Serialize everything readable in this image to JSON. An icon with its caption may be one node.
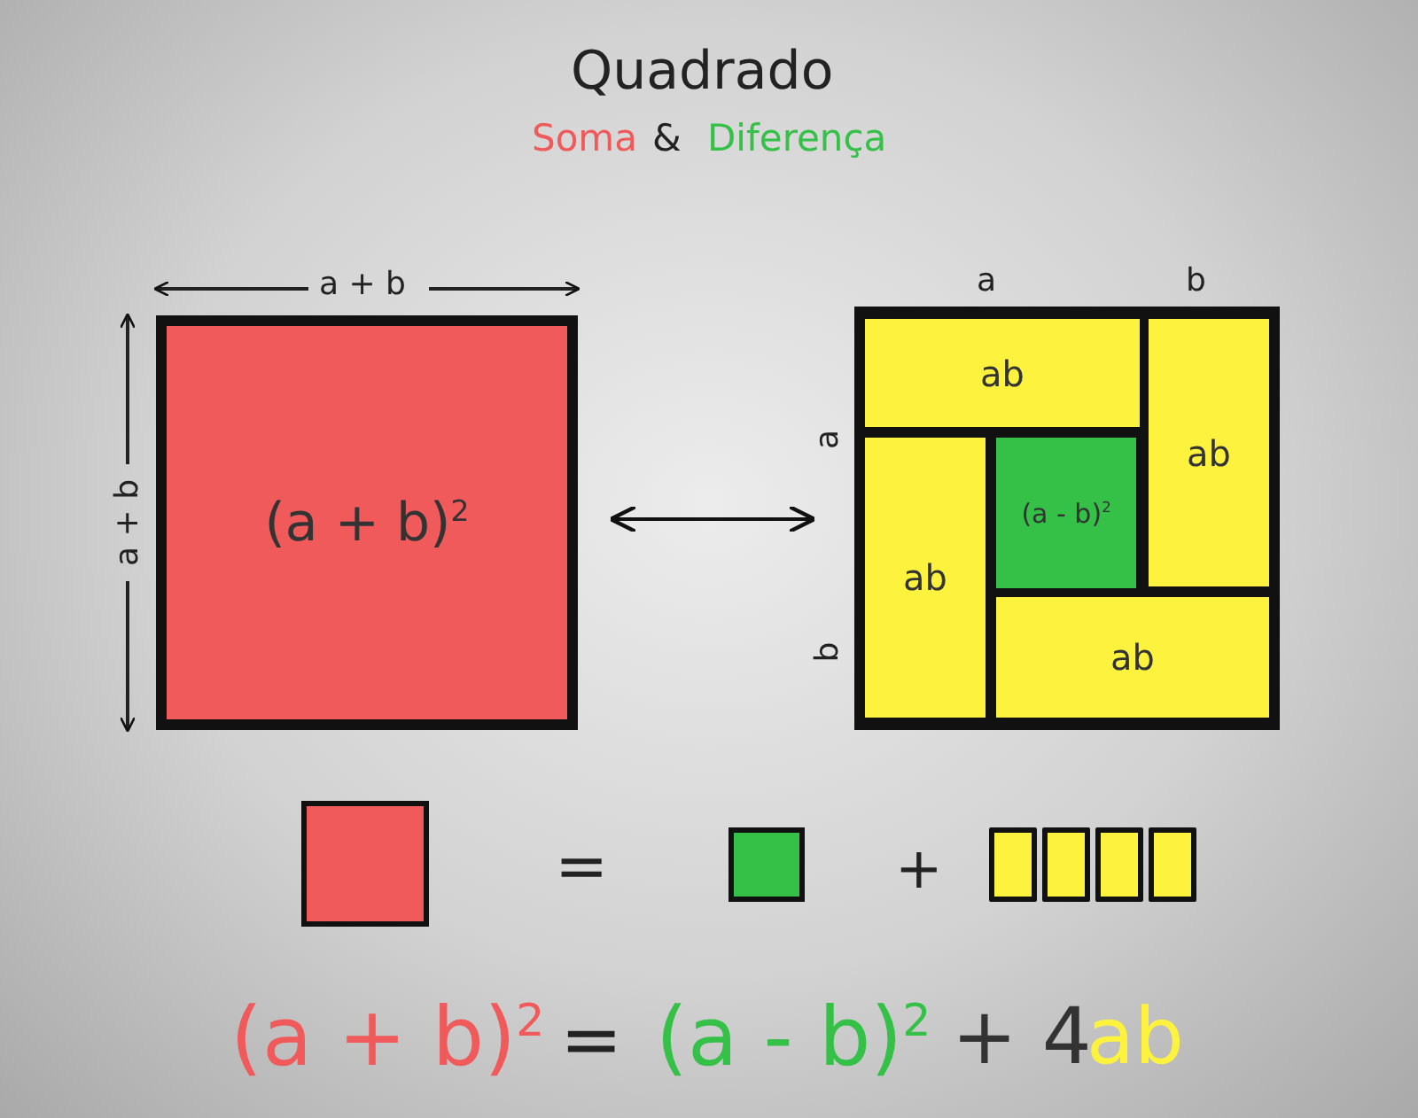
{
  "diagram": {
    "title": "Quadrado",
    "nodes": [
      {
        "text": [
          "(a + b)$^{2}$"
        ]
      },
      {
        "text": [],
        "shape": "box"
      },
      {
        "text": [
          "ab"
        ],
        "in": 1
      },
      {
        "text": [
          "ab"
        ],
        "in": 1
      },
      {
        "text": [
          "(a - b)$^{2}$"
        ],
        "in": 1
      },
      {
        "text": [
          "ab"
        ],
        "in": 1
      },
      {
        "text": [
          "ab"
        ],
        "in": 1
      },
      {
        "text": [],
        "shape": "box"
      },
      {
        "text": [],
        "shape": "box"
      },
      {
        "text": [],
        "shape": "bar"
      },
      {
        "text": [],
        "shape": "bar"
      },
      {
        "text": [],
        "shape": "bar"
      },
      {
        "text": [],
        "shape": "bar"
      }
    ],
    "edges": [
      {
        "from": 0,
        "to": 1,
        "arrow": "both"
      }
    ],
    "labels": [
      "Soma",
      "&",
      "Diferença",
      "a + b",
      "a",
      "b",
      "a + b",
      "a",
      "b",
      "=",
      "+",
      "(a + b)$^{2}$",
      "=",
      "(a - b)$^{2}$",
      "+ 4",
      "ab"
    ]
  }
}
